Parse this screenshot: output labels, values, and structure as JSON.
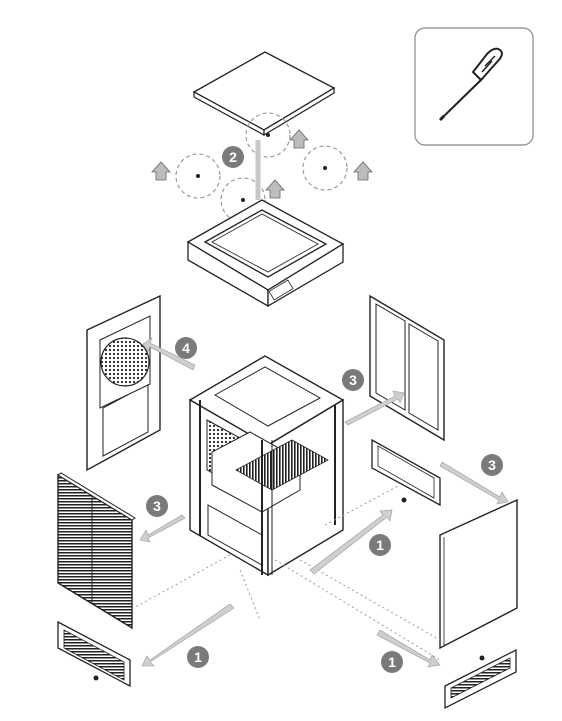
{
  "tool": {
    "icon": "screwdriver-icon"
  },
  "colors": {
    "line": "#1a1a1a",
    "arrow": "#c8c8c8",
    "badge": "#7a7a7a",
    "panel_fill": "#ffffff",
    "mesh": "#2a2a2a"
  },
  "steps": [
    {
      "label": "1"
    },
    {
      "label": "2"
    },
    {
      "label": "3"
    },
    {
      "label": "4"
    }
  ]
}
